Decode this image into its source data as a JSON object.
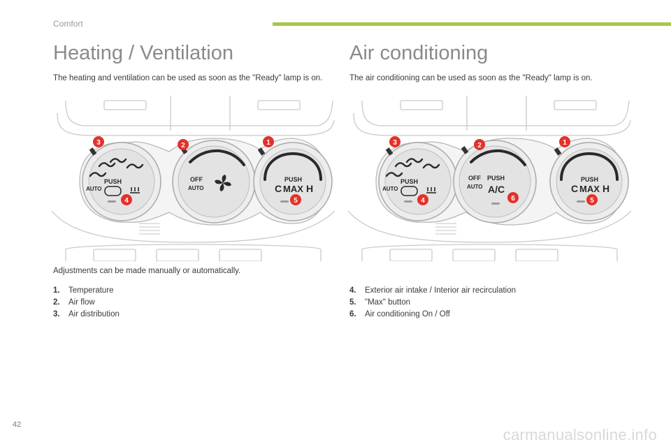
{
  "header": {
    "section": "Comfort"
  },
  "left": {
    "title": "Heating / Ventilation",
    "intro": "The heating and ventilation can be used as soon as the \"Ready\" lamp is on.",
    "adjustments": "Adjustments can be made manually or automatically.",
    "items": [
      {
        "num": "1.",
        "text": "Temperature"
      },
      {
        "num": "2.",
        "text": "Air flow"
      },
      {
        "num": "3.",
        "text": "Air distribution"
      }
    ]
  },
  "right": {
    "title": "Air conditioning",
    "intro": "The air conditioning can be used as soon as the \"Ready\" lamp is on.",
    "items": [
      {
        "num": "4.",
        "text": "Exterior air intake / Interior air recirculation"
      },
      {
        "num": "5.",
        "text": "\"Max\" button"
      },
      {
        "num": "6.",
        "text": "Air conditioning On / Off"
      }
    ]
  },
  "illustration": {
    "push": "PUSH",
    "auto": "AUTO",
    "off": "OFF",
    "max": "MAX",
    "ac": "A/C",
    "cold": "C",
    "hot": "H",
    "callouts": [
      "1",
      "2",
      "3",
      "4",
      "5",
      "6"
    ],
    "callout_color": "#e2322a"
  },
  "footer": {
    "page": "42",
    "watermark": "carmanualsonline.info"
  }
}
